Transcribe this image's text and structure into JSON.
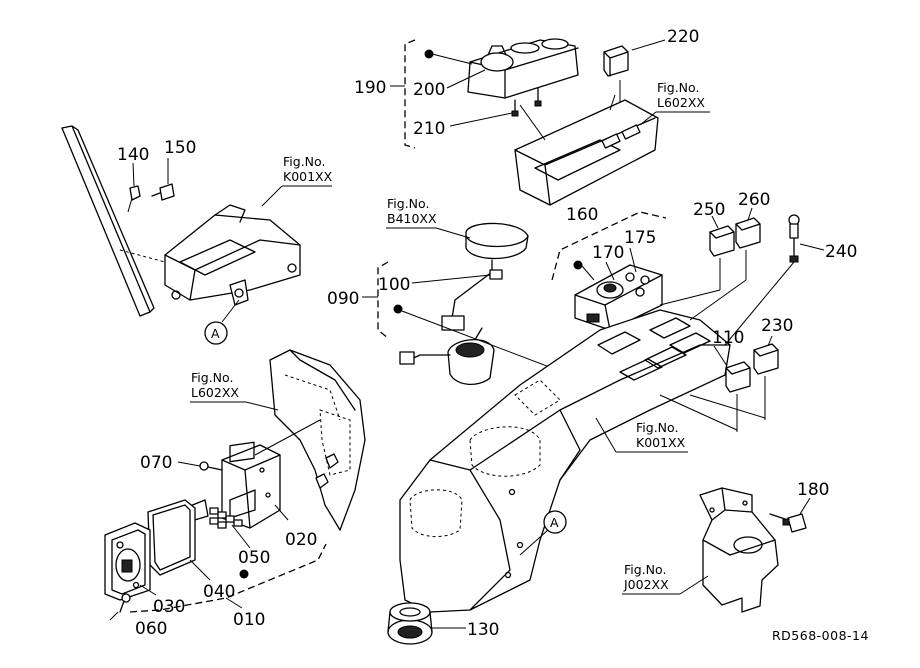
{
  "diagram": {
    "part_labels": {
      "p190": "190",
      "p200": "200",
      "p210": "210",
      "p220": "220",
      "p140": "140",
      "p150": "150",
      "p160": "160",
      "p170": "170",
      "p175": "175",
      "p250": "250",
      "p260": "260",
      "p240": "240",
      "p090": "090",
      "p100": "100",
      "p110": "110",
      "p230": "230",
      "p070": "070",
      "p020": "020",
      "p050": "050",
      "p040": "040",
      "p030": "030",
      "p060": "060",
      "p010": "010",
      "p180": "180",
      "p130": "130"
    },
    "figure_refs": {
      "fig_l602_top": {
        "line1": "Fig.No.",
        "line2": "L602XX"
      },
      "fig_k001_left": {
        "line1": "Fig.No.",
        "line2": "K001XX"
      },
      "fig_b410": {
        "line1": "Fig.No.",
        "line2": "B410XX"
      },
      "fig_l602_left": {
        "line1": "Fig.No.",
        "line2": "L602XX"
      },
      "fig_k001_mid": {
        "line1": "Fig.No.",
        "line2": "K001XX"
      },
      "fig_j002": {
        "line1": "Fig.No.",
        "line2": "J002XX"
      }
    },
    "callouts": {
      "a_left": "A",
      "a_center": "A"
    },
    "drawing_code": "RD568-008-14"
  }
}
